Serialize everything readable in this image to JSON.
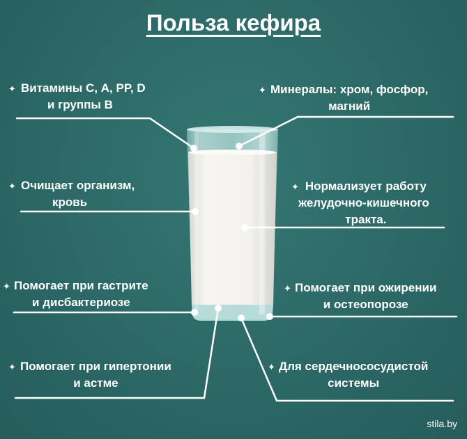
{
  "title": "Польза кефира",
  "benefits": {
    "vitamins": {
      "line1": "Витамины С, A, PP, D",
      "line2": "и группы В"
    },
    "minerals": {
      "line1": "Минералы: хром, фосфор,",
      "line2": "магний"
    },
    "cleanses": {
      "line1": "Очищает организм,",
      "line2": "кровь"
    },
    "digestion": {
      "line1": "Нормализует работу",
      "line2": "желудочно-кишечного",
      "line3": "тракта."
    },
    "gastritis": {
      "line1": "Помогает при гастрите",
      "line2": "и дисбактериозе"
    },
    "obesity": {
      "line1": "Помогает при ожирении",
      "line2": "и остеопорозе"
    },
    "hypertension": {
      "line1": "Помогает при гипертонии",
      "line2": "и астме"
    },
    "cardio": {
      "line1": "Для сердечнососудистой",
      "line2": "системы"
    }
  },
  "credit": "stila.by",
  "colors": {
    "background": "#2c6a68",
    "text": "#ffffff",
    "milk": "#f3f1ec"
  },
  "icons": {
    "bullet": "sparkle-icon"
  }
}
